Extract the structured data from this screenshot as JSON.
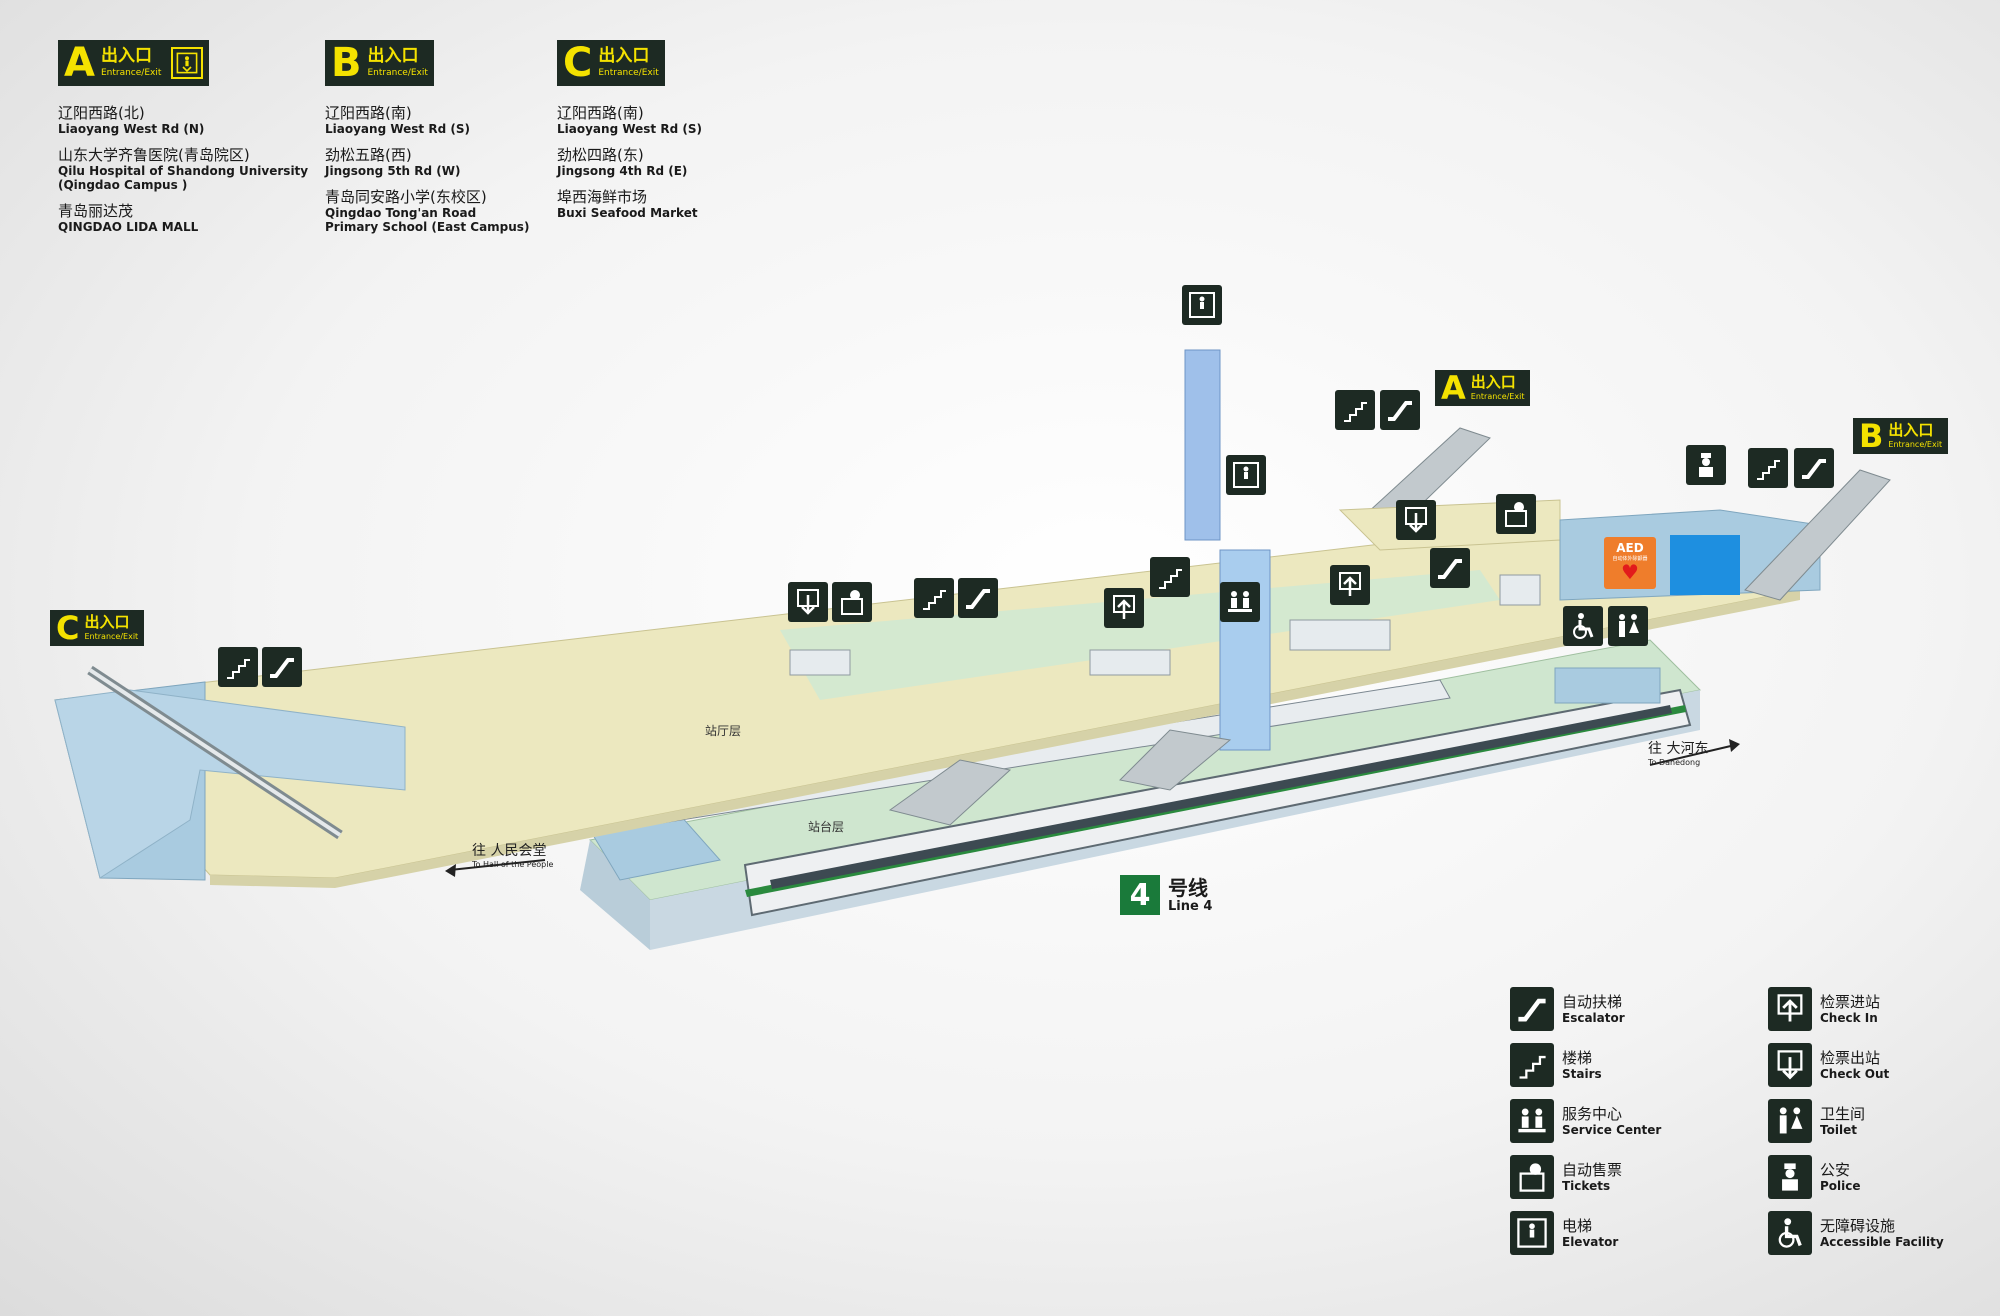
{
  "exits": [
    {
      "letter": "A",
      "cn": "出入口",
      "en": "Entrance/Exit",
      "has_elevator": true,
      "destinations": [
        {
          "cn": "辽阳西路(北)",
          "en": "Liaoyang West Rd (N)"
        },
        {
          "cn": "山东大学齐鲁医院(青岛院区)",
          "en": "Qilu Hospital of Shandong University",
          "en2": "(Qingdao Campus )"
        },
        {
          "cn": "青岛丽达茂",
          "en": "QINGDAO LIDA MALL"
        }
      ]
    },
    {
      "letter": "B",
      "cn": "出入口",
      "en": "Entrance/Exit",
      "has_elevator": false,
      "destinations": [
        {
          "cn": "辽阳西路(南)",
          "en": "Liaoyang West Rd (S)"
        },
        {
          "cn": "劲松五路(西)",
          "en": "Jingsong 5th Rd (W)"
        },
        {
          "cn": "青岛同安路小学(东校区)",
          "en": "Qingdao Tong'an Road",
          "en2": "Primary School (East Campus)"
        }
      ]
    },
    {
      "letter": "C",
      "cn": "出入口",
      "en": "Entrance/Exit",
      "has_elevator": false,
      "destinations": [
        {
          "cn": "辽阳西路(南)",
          "en": "Liaoyang West Rd (S)"
        },
        {
          "cn": "劲松四路(东)",
          "en": "Jingsong 4th Rd (E)"
        },
        {
          "cn": "埠西海鲜市场",
          "en": "Buxi Seafood Market"
        }
      ]
    }
  ],
  "map": {
    "concourse_label": "站厅层",
    "platform_label": "站台层",
    "dir_west_cn": "往 人民会堂",
    "dir_west_en": "To Hall of the People",
    "dir_east_cn": "往 大河东",
    "dir_east_en": "To Dahedong",
    "line_number": "4",
    "line_cn": "号线",
    "line_en": "Line 4",
    "aed_title": "AED",
    "aed_sub": "自动体外除颤器",
    "exit_labels": {
      "A": "A",
      "B": "B",
      "C": "C",
      "cn": "出入口",
      "en": "Entrance/Exit"
    }
  },
  "legend": [
    {
      "icon": "escalator-icon",
      "cn": "自动扶梯",
      "en": "Escalator"
    },
    {
      "icon": "check-in-icon",
      "cn": "检票进站",
      "en": "Check In"
    },
    {
      "icon": "stairs-icon",
      "cn": "楼梯",
      "en": "Stairs"
    },
    {
      "icon": "check-out-icon",
      "cn": "检票出站",
      "en": "Check Out"
    },
    {
      "icon": "service-center-icon",
      "cn": "服务中心",
      "en": "Service Center"
    },
    {
      "icon": "toilet-icon",
      "cn": "卫生间",
      "en": "Toilet"
    },
    {
      "icon": "tickets-icon",
      "cn": "自动售票",
      "en": "Tickets"
    },
    {
      "icon": "police-icon",
      "cn": "公安",
      "en": "Police"
    },
    {
      "icon": "elevator-icon",
      "cn": "电梯",
      "en": "Elevator"
    },
    {
      "icon": "accessible-icon",
      "cn": "无障碍设施",
      "en": "Accessible Facility"
    }
  ],
  "colors": {
    "sign_bg": "#1d2a23",
    "exit_yellow": "#f4e200",
    "line4_green": "#1a7a3a",
    "concourse": "#ece8bf",
    "platform": "#cfe6cf",
    "wall_blue": "#a9cbe0",
    "aed": "#ef7d2b"
  }
}
